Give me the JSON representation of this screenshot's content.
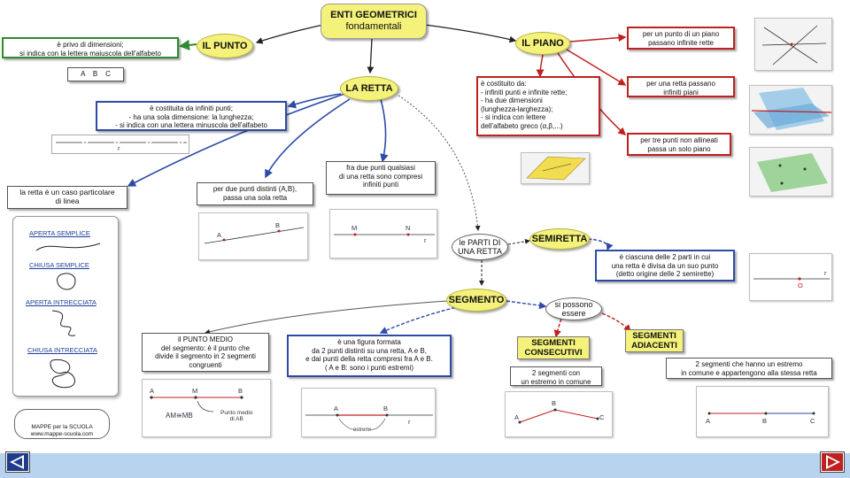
{
  "title": {
    "line1": "ENTI GEOMETRICI",
    "line2": "fondamentali"
  },
  "nodes": {
    "punto": "IL PUNTO",
    "piano": "IL PIANO",
    "retta": "LA RETTA",
    "parti": "le PARTI DI\nUNA RETTA",
    "semiretta": "SEMIRETTA",
    "segmento": "SEGMENTO",
    "possono": "si possono\nessere",
    "consecutivi": "SEGMENTI\nCONSECUTIVI",
    "adiacenti": "SEGMENTI\nADIACENTI"
  },
  "texts": {
    "punto_desc": "è privo di dimensioni;\nsi indica con la lettera maiuscola dell'alfabeto",
    "punto_example": "A    B    C",
    "retta_desc": "è costituita da infiniti punti;\n- ha una sola dimensione: la lunghezza;\n- si indica con una lettera minuscola dell'alfabeto",
    "retta_example": "r",
    "retta_linea": "la retta è un caso particolare\ndi linea",
    "due_punti": "per due punti distinti (A,B),\npassa una sola retta",
    "fra_due_punti": "fra due punti qualsiasi\ndi una retta sono compresi\ninfiniti punti",
    "piano_desc": "è costituito da:\n- infiniti punti e infinite rette;\n- ha due dimensioni\n(lunghezza-larghezza);\n- si indica con lettere\ndell'alfabeto greco (α,β,...)",
    "piano_punto": "per un punto di un piano\npassano infinite rette",
    "piano_retta": "per una retta passano\ninfiniti piani",
    "piano_tre": "per tre punti non allineati\npassa un solo piano",
    "semiretta_desc": "è ciascuna delle 2 parti in cui\nuna retta è divisa da un suo punto\n(detto origine delle 2 semirette)",
    "punto_medio": "il PUNTO MEDIO\ndel segmento: è il punto che\ndivide il segmento in 2 segmenti\ncongruenti",
    "segmento_desc": "è una figura formata\nda 2 punti distinti su una retta, A e B,\ne dai punti della retta compresi fra A e B.\n( A e B: sono i punti estremi)",
    "consecutivi_desc": "2 segmenti con\nun estremo in comune",
    "adiacenti_desc": "2 segmenti che hanno un estremo\nin comune e appartengono alla stessa retta",
    "mappe": "MAPPE per la SCUOLA\nwww.mappe-scuola.com"
  },
  "linee": [
    "APERTA SEMPLICE",
    "CHIUSA SEMPLICE",
    "APERTA INTRECCIATA",
    "CHIUSA INTRECCIATA"
  ],
  "figure_labels": {
    "ab_A": "A",
    "ab_B": "B",
    "mn_M": "M",
    "mn_N": "N",
    "mn_r": "r",
    "semi_O": "O",
    "semi_r": "r",
    "medio_A": "A",
    "medio_M": "M",
    "medio_B": "B",
    "medio_eq": "AM≅MB",
    "medio_note": "Punto medio\ndi AB",
    "seg_A": "A",
    "seg_B": "B",
    "seg_r": "r",
    "seg_estremi": "estremi",
    "cons_A": "A",
    "cons_B": "B",
    "cons_C": "C",
    "adj_A": "A",
    "adj_B": "B",
    "adj_C": "C"
  },
  "colors": {
    "yellow": "#f4f27a",
    "green": "#2e8b2e",
    "blue": "#2d4aa8",
    "red": "#c02020",
    "navbar": "#b7d3ee"
  }
}
